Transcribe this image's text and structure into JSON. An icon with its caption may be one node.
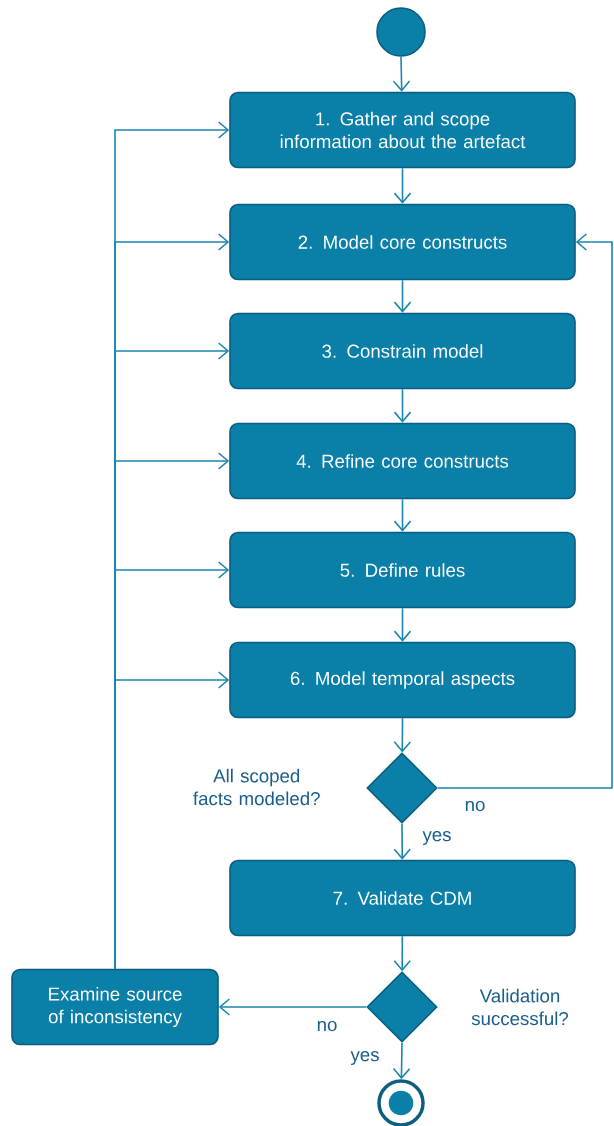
{
  "diagram": {
    "nodes": [
      {
        "text": [],
        "shape": "circle"
      },
      {
        "text": [
          "1. Gather and scope information about the artefact"
        ]
      },
      {
        "text": [
          "2. Model core constructs"
        ]
      },
      {
        "text": [
          "3. Constrain model"
        ]
      },
      {
        "text": [
          "4. Refine core constructs"
        ]
      },
      {
        "text": [
          "5. Define rules"
        ]
      },
      {
        "text": [
          "6. Model temporal aspects"
        ]
      },
      {
        "text": [],
        "shape": "diamond",
        "beside": [
          "All scoped facts modeled?"
        ]
      },
      {
        "text": [
          "7. Validate CDM"
        ]
      },
      {
        "text": [],
        "shape": "diamond",
        "beside": [
          "Validation successful?"
        ]
      },
      {
        "text": [
          "Examine source of inconsistency"
        ]
      },
      {
        "text": [],
        "shape": "bullseye"
      }
    ],
    "edges": [
      {
        "from": 0,
        "to": 1,
        "arrow": "to"
      },
      {
        "from": 1,
        "to": 2,
        "arrow": "to"
      },
      {
        "from": 2,
        "to": 3,
        "arrow": "to"
      },
      {
        "from": 3,
        "to": 4,
        "arrow": "to"
      },
      {
        "from": 4,
        "to": 5,
        "arrow": "to"
      },
      {
        "from": 5,
        "to": 6,
        "arrow": "to"
      },
      {
        "from": 6,
        "to": 7,
        "arrow": "to"
      },
      {
        "from": 7,
        "to": 8,
        "arrow": "to",
        "label": "yes"
      },
      {
        "from": 7,
        "to": 2,
        "arrow": "to",
        "label": "no"
      },
      {
        "from": 8,
        "to": 9,
        "arrow": "to"
      },
      {
        "from": 9,
        "to": 10,
        "arrow": "to",
        "label": "no"
      },
      {
        "from": 9,
        "to": 11,
        "arrow": "to",
        "label": "yes"
      },
      {
        "from": 10,
        "to": 1,
        "arrow": "to"
      },
      {
        "from": 10,
        "to": 2,
        "arrow": "to"
      },
      {
        "from": 10,
        "to": 3,
        "arrow": "to"
      },
      {
        "from": 10,
        "to": 4,
        "arrow": "to"
      },
      {
        "from": 10,
        "to": 5,
        "arrow": "to"
      },
      {
        "from": 10,
        "to": 6,
        "arrow": "to"
      }
    ]
  }
}
